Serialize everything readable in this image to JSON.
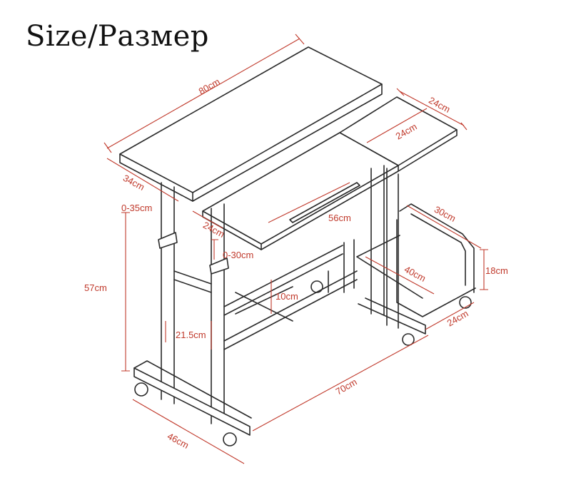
{
  "title": "Size/Размер",
  "colors": {
    "outline": "#2a2a2a",
    "dimension": "#c0392b",
    "background": "#ffffff"
  },
  "dimensions": {
    "main_top_width": "80cm",
    "side_top_width": "24cm",
    "side_top_depth": "24cm",
    "main_top_depth": "34cm",
    "height_adjust": "0-35cm",
    "lower_top_depth": "24cm",
    "lower_top_width": "56cm",
    "side_drop": "0-30cm",
    "shelf_width": "30cm",
    "shelf_depth": "40cm",
    "shelf_height": "18cm",
    "shelf_base": "24cm",
    "total_height": "57cm",
    "cross_gap": "10cm",
    "leg_gap": "21.5cm",
    "base_length": "70cm",
    "base_width": "46cm"
  }
}
